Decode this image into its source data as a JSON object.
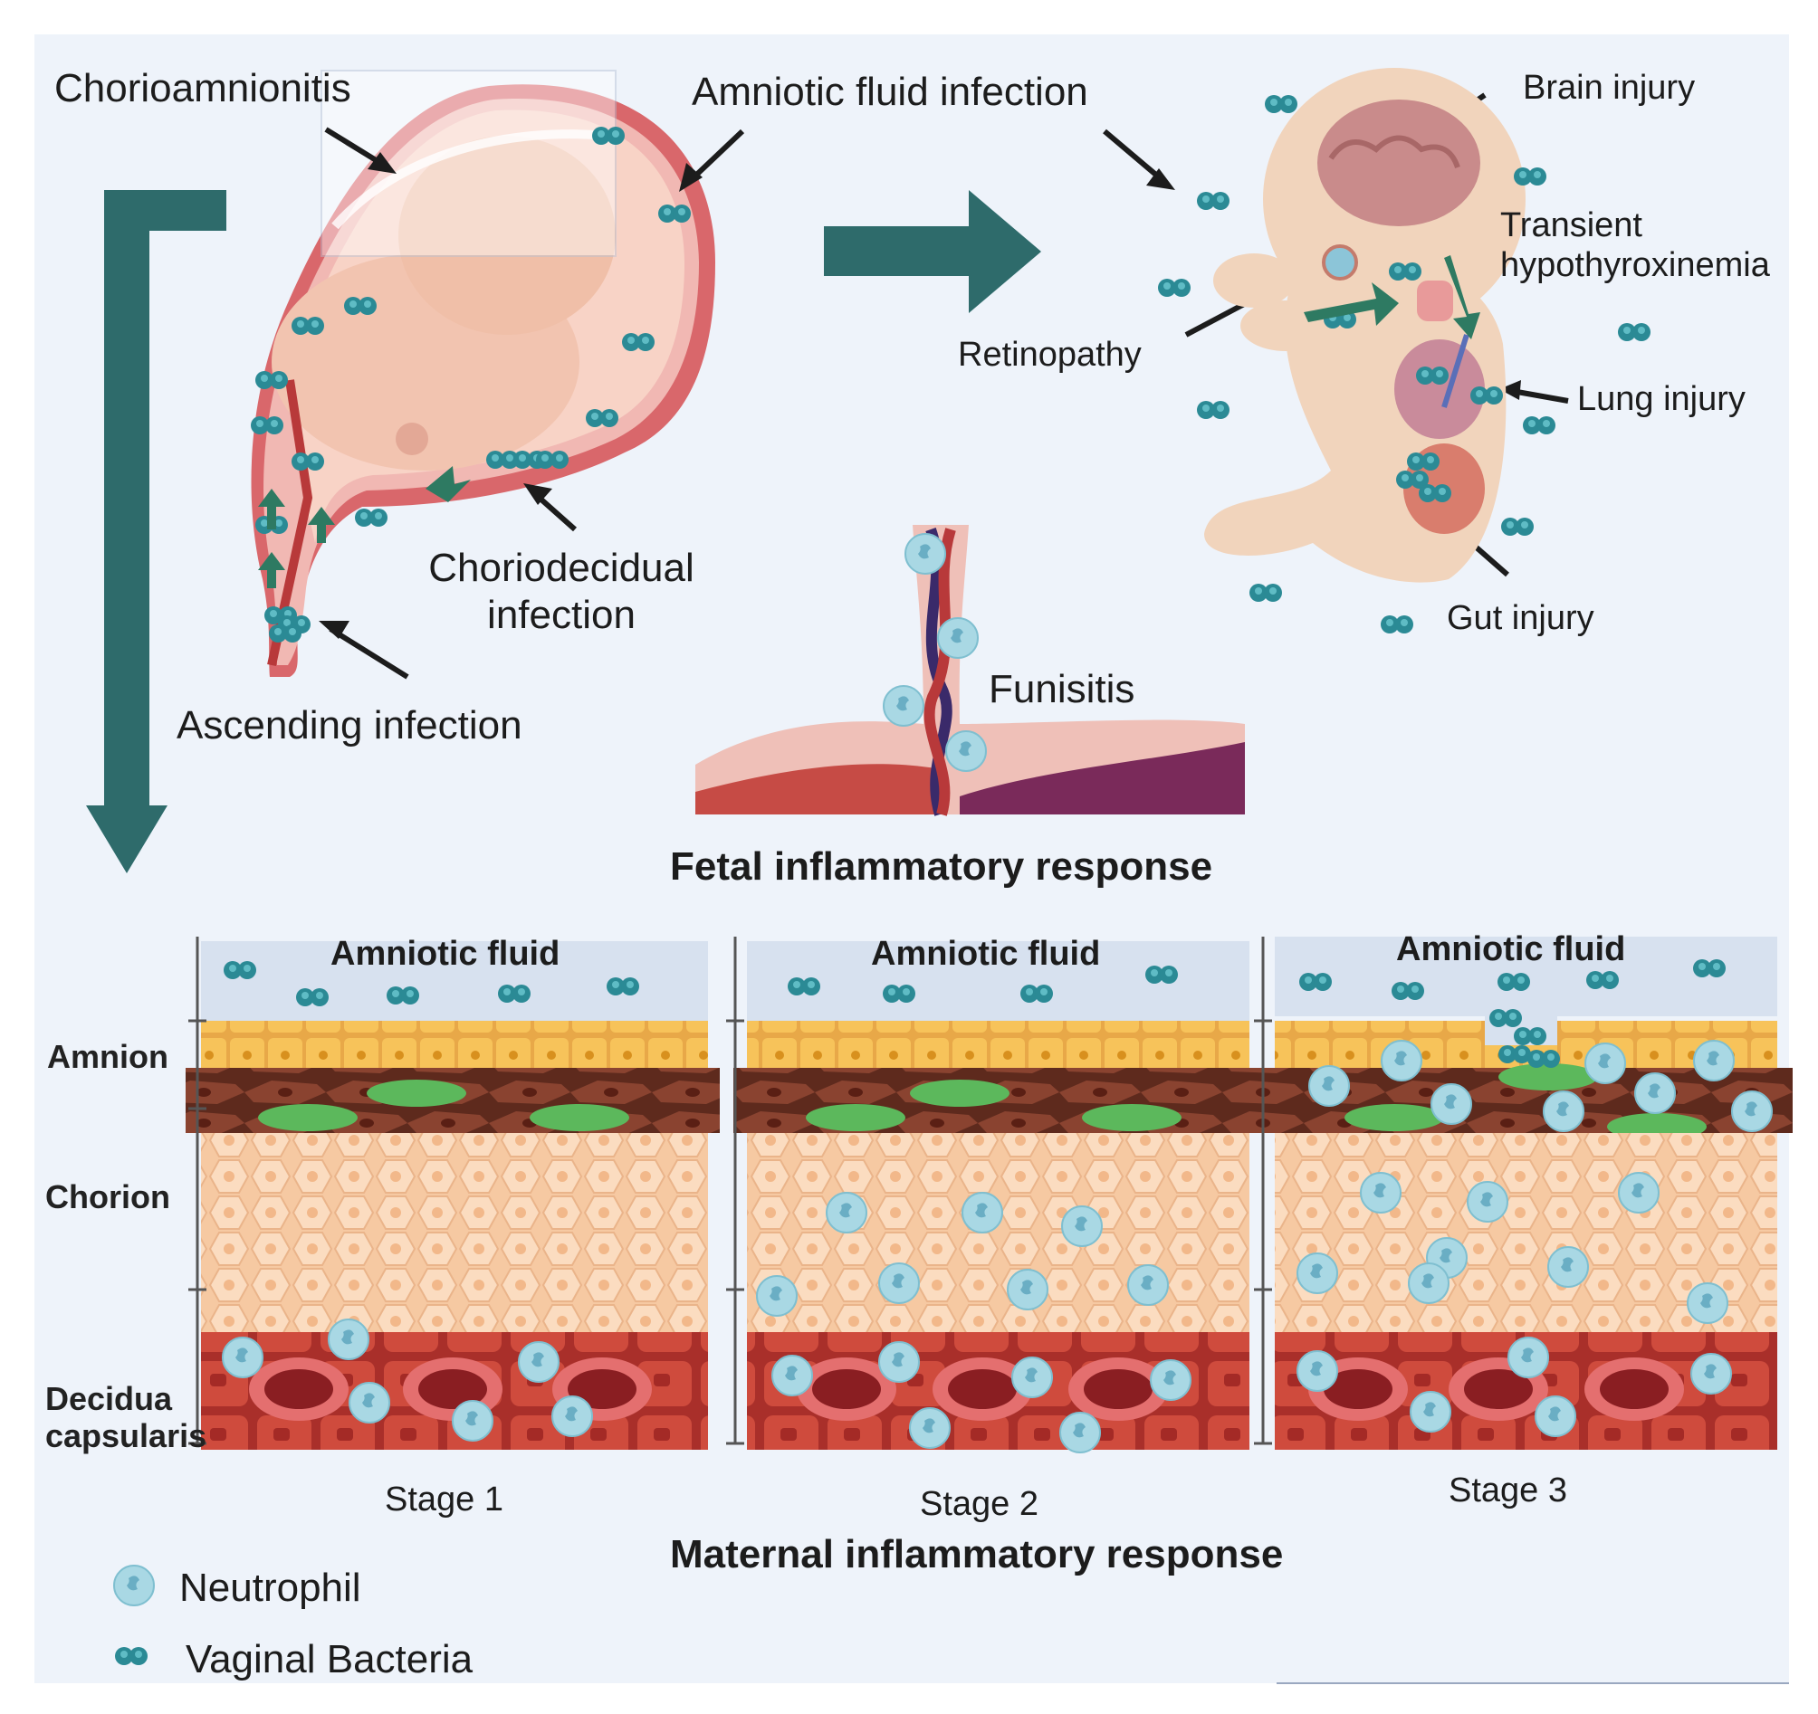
{
  "labels": {
    "chorioamnionitis": "Chorioamnionitis",
    "amniotic_fluid_infection": "Amniotic fluid infection",
    "choriodecidual_infection": "Choriodecidual infection",
    "ascending_infection": "Ascending infection",
    "funisitis": "Funisitis",
    "fetal_response": "Fetal inflammatory response",
    "maternal_response": "Maternal inflammatory response"
  },
  "fetal_injuries": {
    "brain": "Brain injury",
    "transient": "Transient hypothyroxinemia",
    "retinopathy": "Retinopathy",
    "lung": "Lung injury",
    "gut": "Gut injury"
  },
  "membrane": {
    "amniotic_fluid": "Amniotic fluid",
    "amnion": "Amnion",
    "chorion": "Chorion",
    "decidua": "Decidua capsularis",
    "stages": [
      "Stage 1",
      "Stage 2",
      "Stage 3"
    ]
  },
  "legend": {
    "neutrophil": "Neutrophil",
    "bacteria": "Vaginal Bacteria"
  },
  "colors": {
    "arrow_teal": "#2e6b6b",
    "bacteria": "#2b8a95",
    "neutrophil": "#a9d8e4",
    "amnion": "#f7c35a",
    "fibroblast": "#7b3a28",
    "chorion_cell": "#f9d3b0",
    "decidua": "#c8463a",
    "uterus_wall": "#d9676b"
  }
}
